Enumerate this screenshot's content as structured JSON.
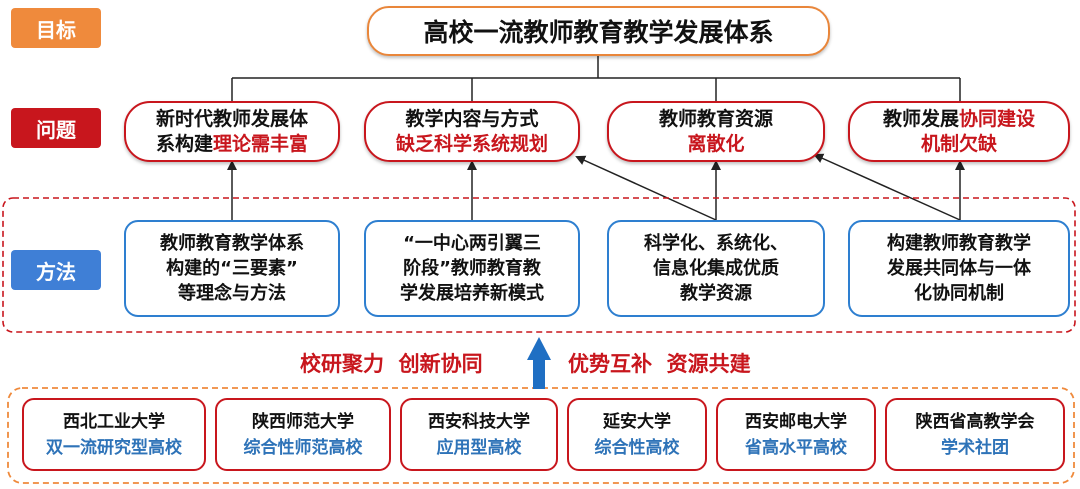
{
  "labels": {
    "goal": "目标",
    "problem": "问题",
    "method": "方法"
  },
  "goal_title": "高校一流教师教育教学发展体系",
  "problems": [
    {
      "line1": "新时代教师发展体",
      "line2_black": "系构建",
      "line2_red": "理论需丰富"
    },
    {
      "line1": "教学内容与方式",
      "line2_black": "",
      "line2_red": "缺乏科学系统规划"
    },
    {
      "line1": "教师教育资源",
      "line2_black": "",
      "line2_red": "离散化"
    },
    {
      "line1_black": "教师发展",
      "line1_red": "协同建设",
      "line2_black": "",
      "line2_red": "机制欠缺"
    }
  ],
  "methods": [
    {
      "lines": [
        "教师教育教学体系",
        "构建的“三要素”",
        "等理念与方法"
      ]
    },
    {
      "lines": [
        "“一中心两引翼三",
        "阶段”教师教育教",
        "学发展培养新模式"
      ]
    },
    {
      "lines": [
        "科学化、系统化、",
        "信息化集成优质",
        "教学资源"
      ]
    },
    {
      "lines": [
        "构建教师教育教学",
        "发展共同体与一体",
        "化协同机制"
      ]
    }
  ],
  "slogans": {
    "left": "校研聚力  创新协同",
    "right": "优势互补  资源共建"
  },
  "organizations": [
    {
      "name": "西北工业大学",
      "type": "双一流研究型高校"
    },
    {
      "name": "陕西师范大学",
      "type": "综合性师范高校"
    },
    {
      "name": "西安科技大学",
      "type": "应用型高校"
    },
    {
      "name": "延安大学",
      "type": "综合性高校"
    },
    {
      "name": "西安邮电大学",
      "type": "省高水平高校"
    },
    {
      "name": "陕西省高教学会",
      "type": "学术社团"
    }
  ],
  "colors": {
    "goal_tag": "#ef8a3c",
    "problem_tag": "#c8161d",
    "method_tag": "#3f7fd6",
    "accent_red": "#c8161d",
    "accent_blue": "#2e73b8",
    "arrow_blue": "#1f6fc3"
  }
}
